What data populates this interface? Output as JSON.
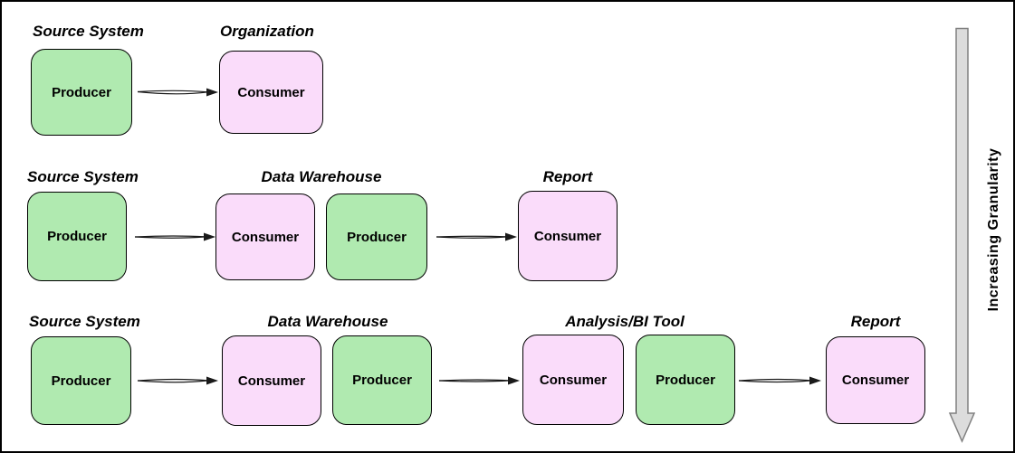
{
  "diagram": {
    "granularity_axis_label": "Increasing Granularity",
    "rows": [
      {
        "groups": [
          {
            "label": "Source System",
            "boxes": [
              "Producer"
            ]
          },
          {
            "label": "Organization",
            "boxes": [
              "Consumer"
            ]
          }
        ]
      },
      {
        "groups": [
          {
            "label": "Source System",
            "boxes": [
              "Producer"
            ]
          },
          {
            "label": "Data Warehouse",
            "boxes": [
              "Consumer",
              "Producer"
            ]
          },
          {
            "label": "Report",
            "boxes": [
              "Consumer"
            ]
          }
        ]
      },
      {
        "groups": [
          {
            "label": "Source System",
            "boxes": [
              "Producer"
            ]
          },
          {
            "label": "Data Warehouse",
            "boxes": [
              "Consumer",
              "Producer"
            ]
          },
          {
            "label": "Analysis/BI Tool",
            "boxes": [
              "Consumer",
              "Producer"
            ]
          },
          {
            "label": "Report",
            "boxes": [
              "Consumer"
            ]
          }
        ]
      }
    ]
  },
  "colors": {
    "producer_fill": "#b0eab0",
    "consumer_fill": "#fadcfa",
    "box_border": "#000000",
    "label_text": "#000000",
    "flow_arrow_color": "#1a1a1a",
    "granularity_arrow_fill": "#dcdcdc",
    "granularity_arrow_stroke": "#808080"
  }
}
